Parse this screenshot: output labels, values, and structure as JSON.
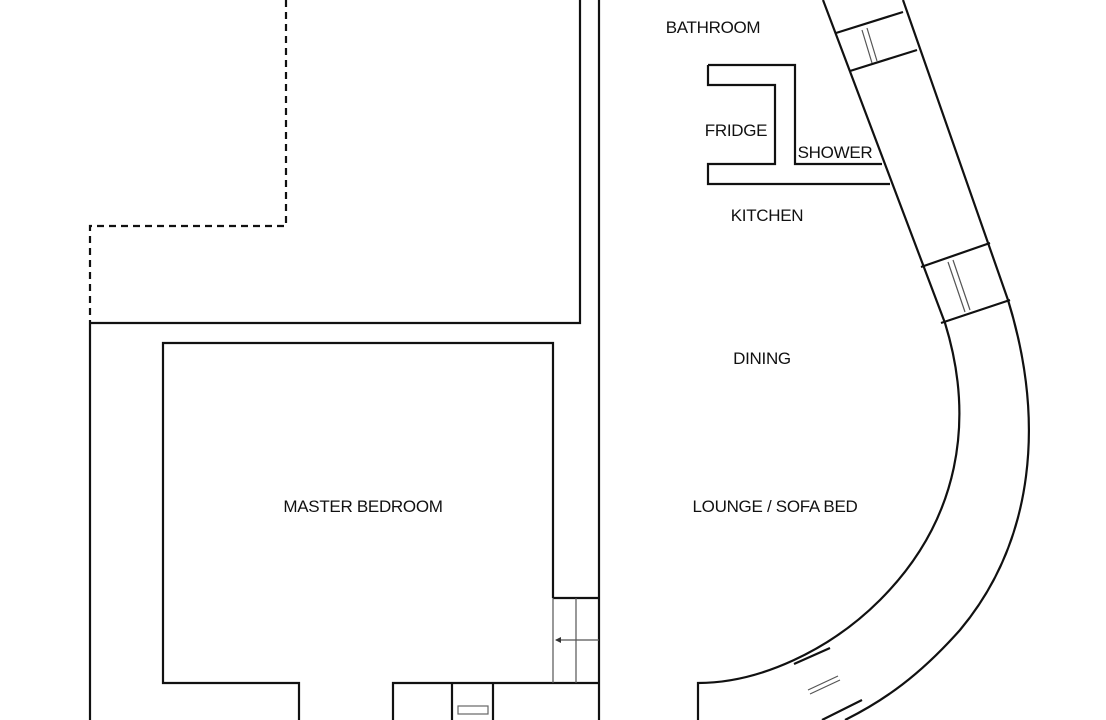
{
  "rooms": {
    "bathroom": "BATHROOM",
    "fridge": "FRIDGE",
    "shower": "SHOWER",
    "kitchen": "KITCHEN",
    "dining": "DINING",
    "lounge": "LOUNGE / SOFA BED",
    "master_bedroom": "MASTER BEDROOM"
  },
  "colors": {
    "line": "#111111",
    "background": "#ffffff"
  }
}
